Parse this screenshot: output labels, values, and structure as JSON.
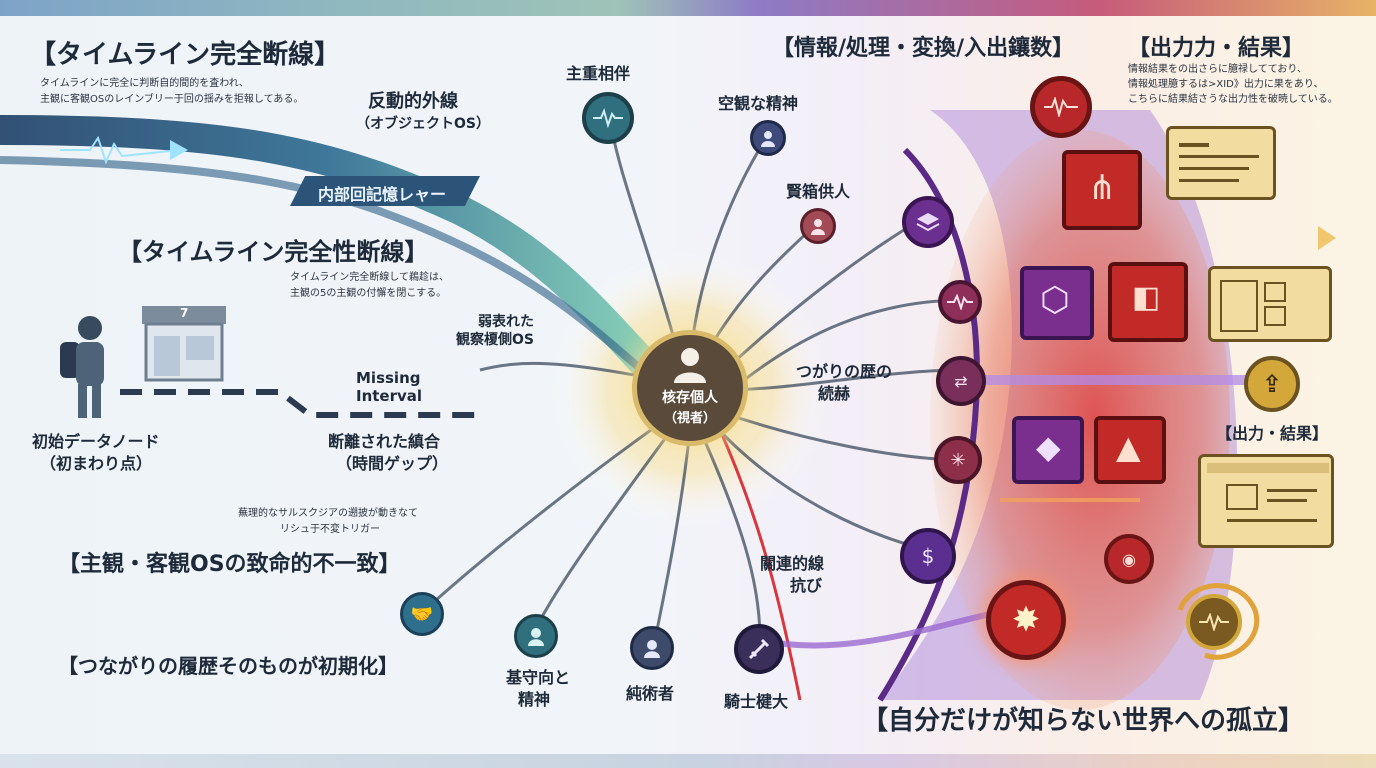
{
  "left": {
    "title1": "【タイムライン完全断線】",
    "desc1": [
      "タイムラインに完全に判断自的間的を査われ、",
      "主観に客観OSのレインブリー于回の揺みを拒報してある。"
    ],
    "flow_top_label": "反動的外線",
    "flow_top_sub": "（オブジェクトOS）",
    "inner_layer": "内部回記憶レャー",
    "title2": "【タイムライン完全性断線】",
    "desc2": [
      "タイムライン完全断線して鵜趁は、",
      "主観の5の主観の付懈を閉こする。"
    ],
    "weak_os": [
      "弱表れた",
      "観察榎側OS"
    ],
    "missing": [
      "Missing",
      "Interval"
    ],
    "gap": [
      "断離された縝合",
      "（時間ゲップ）"
    ],
    "start_node": [
      "初始データノード",
      "（初まわり点）"
    ],
    "store_sign": "7",
    "trigger": [
      "蕪理的なサルスクジアの遡披が動きなて",
      "リシュ于不変トリガー"
    ],
    "title3": "【主観・客観OSの致命的不一致】",
    "title4": "【つながりの履歴そのものが初期化】"
  },
  "center": {
    "core": [
      "核存個人",
      "（視者）"
    ],
    "n_top": "主重相伴",
    "n_spirit": "空観な精神",
    "n_wise": "賢箱供人",
    "n_bottom1": [
      "基守向と",
      "精神"
    ],
    "n_bottom2": "純術者",
    "n_bottom3": "騎士楗大",
    "related": [
      "關連的線",
      "抗び"
    ],
    "history": [
      "つがりの歴の",
      "続赫"
    ]
  },
  "right": {
    "title1": "【情報/処理・変換/入出鑲数】",
    "title2": "【出力力・結果】",
    "desc": [
      "情報結果をの出さらに臆禄してており、",
      "情報処理臆するは>XID》出力に果をあり、",
      "こちらに結果結さうな出力性を破暁している。"
    ],
    "output_label": "【出力・結果】",
    "isolation": "【自分だけが知らない世界への孤立】"
  },
  "colors": {
    "blue_flow": "#1f4e79",
    "teal": "#2f6f7e",
    "purple": "#6b2f8f",
    "red": "#c0392b",
    "gold": "#d4a73a"
  },
  "icons": [
    "waveform-icon",
    "person-icon",
    "layers-icon",
    "network-icon",
    "crystal-icon",
    "mountain-icon",
    "handshake-icon",
    "money-hand-icon",
    "sword-icon",
    "burst-icon",
    "upload-icon",
    "document-icon"
  ]
}
